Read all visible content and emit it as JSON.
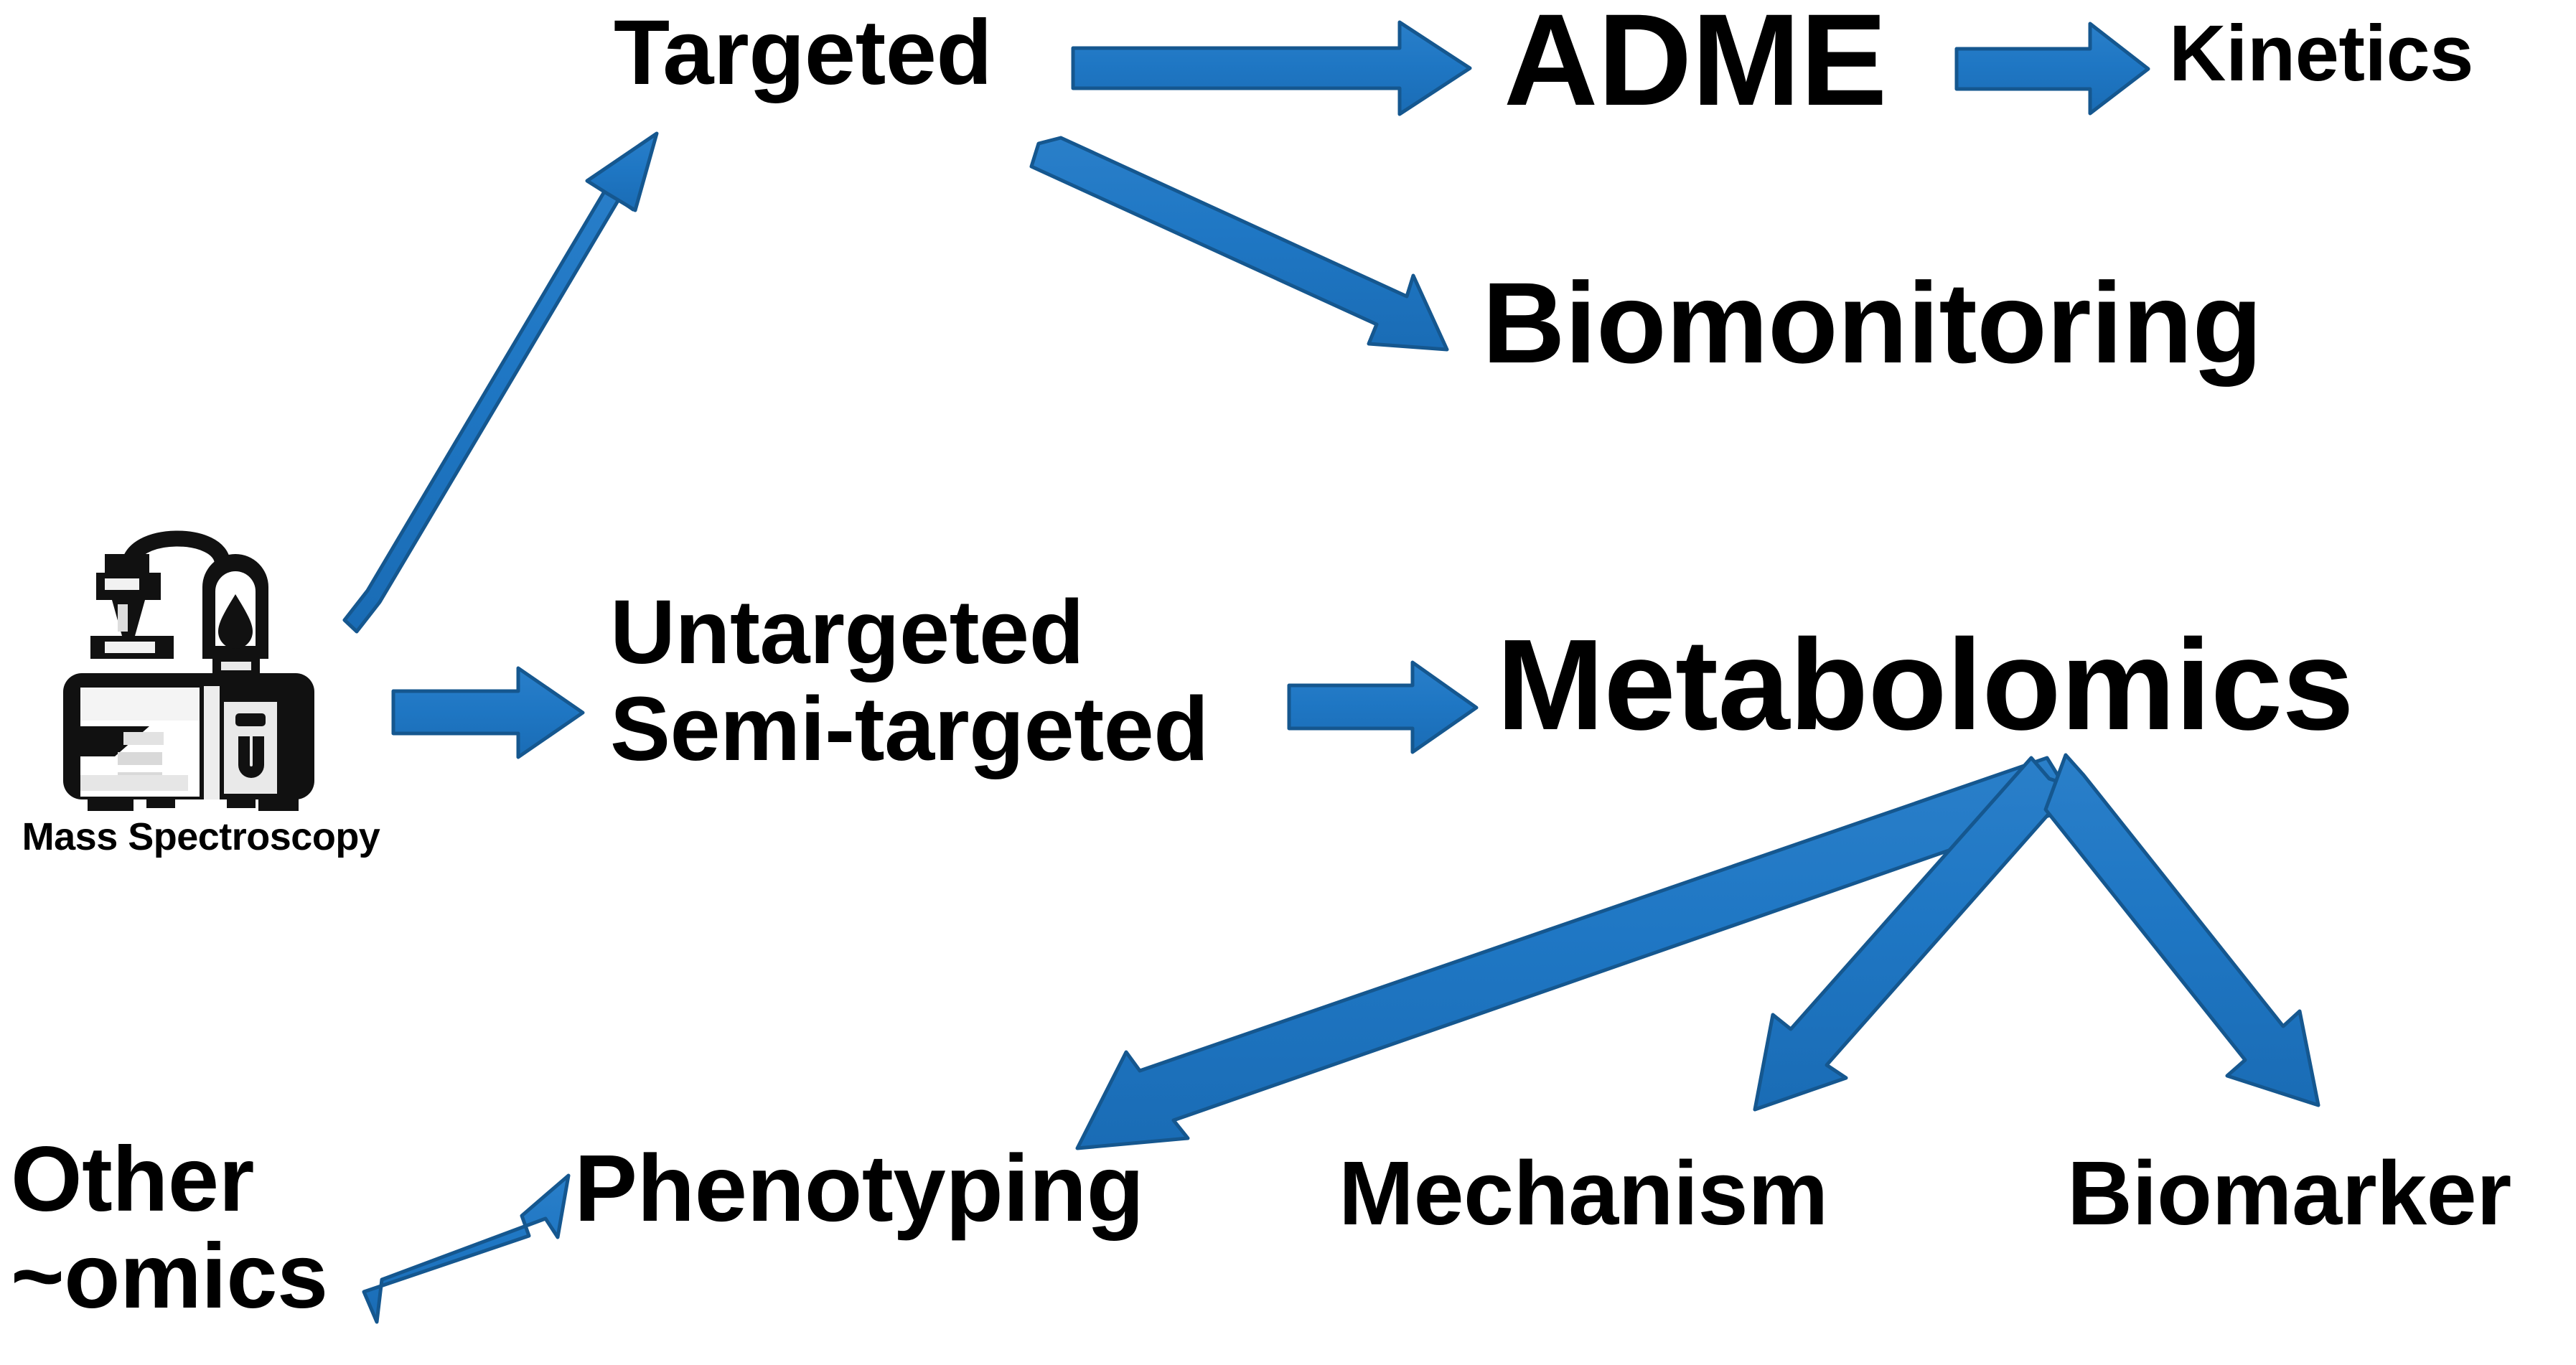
{
  "diagram": {
    "title": "Mass Spectroscopy analytical workflow",
    "background_color": "#ffffff",
    "arrow_color": "#1f77c4",
    "arrow_outline_color": "#15578f",
    "text_color": "#000000"
  },
  "source": {
    "icon_name": "mass-spectrometer-icon",
    "caption": "Mass Spectroscopy"
  },
  "nodes": {
    "targeted": "Targeted",
    "adme": "ADME",
    "kinetics": "Kinetics",
    "biomonitoring": "Biomonitoring",
    "untargeted": "Untargeted",
    "semi_targeted": "Semi-targeted",
    "metabolomics": "Metabolomics",
    "phenotyping": "Phenotyping",
    "mechanism": "Mechanism",
    "biomarker": "Biomarker",
    "other_line1": "Other",
    "other_line2": "~omics"
  },
  "edges": [
    {
      "id": "ms-to-targeted",
      "from": "Mass Spectroscopy",
      "to": "Targeted",
      "direction": "up-right"
    },
    {
      "id": "targeted-to-adme",
      "from": "Targeted",
      "to": "ADME",
      "direction": "right"
    },
    {
      "id": "adme-to-kinetics",
      "from": "ADME",
      "to": "Kinetics",
      "direction": "right"
    },
    {
      "id": "targeted-to-biomonitoring",
      "from": "Targeted",
      "to": "Biomonitoring",
      "direction": "down-right"
    },
    {
      "id": "ms-to-untargeted",
      "from": "Mass Spectroscopy",
      "to": "Untargeted / Semi-targeted",
      "direction": "right"
    },
    {
      "id": "semitargeted-to-metabolomics",
      "from": "Untargeted / Semi-targeted",
      "to": "Metabolomics",
      "direction": "right"
    },
    {
      "id": "metabolomics-to-phenotyping",
      "from": "Metabolomics",
      "to": "Phenotyping",
      "direction": "down-left"
    },
    {
      "id": "metabolomics-to-mechanism",
      "from": "Metabolomics",
      "to": "Mechanism",
      "direction": "down-left"
    },
    {
      "id": "metabolomics-to-biomarker",
      "from": "Metabolomics",
      "to": "Biomarker",
      "direction": "down-right"
    },
    {
      "id": "omics-to-phenotyping",
      "from": "Other ~omics",
      "to": "Phenotyping",
      "direction": "up-right"
    }
  ]
}
